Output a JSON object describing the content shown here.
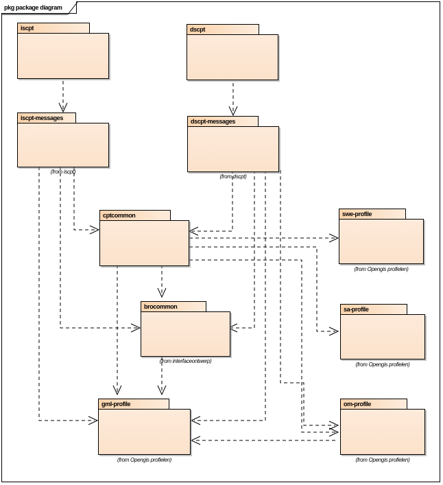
{
  "frame": {
    "kind_label": "pkg",
    "title": "pkg package diagram"
  },
  "packages": [
    {
      "id": "iscpt",
      "name": "iscpt",
      "from": ""
    },
    {
      "id": "dscpt",
      "name": "dscpt",
      "from": ""
    },
    {
      "id": "iscpt-messages",
      "name": "iscpt-messages",
      "from": "(from iscpt)"
    },
    {
      "id": "dscpt-messages",
      "name": "dscpt-messages",
      "from": "(from dscpt)"
    },
    {
      "id": "cptcommon",
      "name": "cptcommon",
      "from": ""
    },
    {
      "id": "swe-profile",
      "name": "swe-profile",
      "from": "(from Opengis profielen)"
    },
    {
      "id": "brocommon",
      "name": "brocommon",
      "from": "(from interfaceontwerp)"
    },
    {
      "id": "sa-profile",
      "name": "sa-profile",
      "from": "(from Opengis profielen)"
    },
    {
      "id": "gml-profile",
      "name": "gml-profile",
      "from": "(from Opengis profielen)"
    },
    {
      "id": "om-profile",
      "name": "om-profile",
      "from": "(from Opengis profielen)"
    }
  ],
  "dependencies": [
    {
      "from": "iscpt",
      "to": "iscpt-messages"
    },
    {
      "from": "dscpt",
      "to": "dscpt-messages"
    },
    {
      "from": "iscpt-messages",
      "to": "cptcommon"
    },
    {
      "from": "iscpt-messages",
      "to": "brocommon"
    },
    {
      "from": "iscpt-messages",
      "to": "gml-profile"
    },
    {
      "from": "dscpt-messages",
      "to": "cptcommon"
    },
    {
      "from": "dscpt-messages",
      "to": "brocommon"
    },
    {
      "from": "dscpt-messages",
      "to": "gml-profile"
    },
    {
      "from": "dscpt-messages",
      "to": "om-profile"
    },
    {
      "from": "cptcommon",
      "to": "brocommon"
    },
    {
      "from": "cptcommon",
      "to": "gml-profile"
    },
    {
      "from": "cptcommon",
      "to": "swe-profile"
    },
    {
      "from": "cptcommon",
      "to": "sa-profile"
    },
    {
      "from": "cptcommon",
      "to": "om-profile"
    },
    {
      "from": "brocommon",
      "to": "gml-profile"
    },
    {
      "from": "om-profile",
      "to": "gml-profile"
    }
  ],
  "colors": {
    "package_header": "#fbd3ac",
    "package_body": "#fdeada",
    "border": "#000000",
    "canvas": "#ffffff"
  }
}
